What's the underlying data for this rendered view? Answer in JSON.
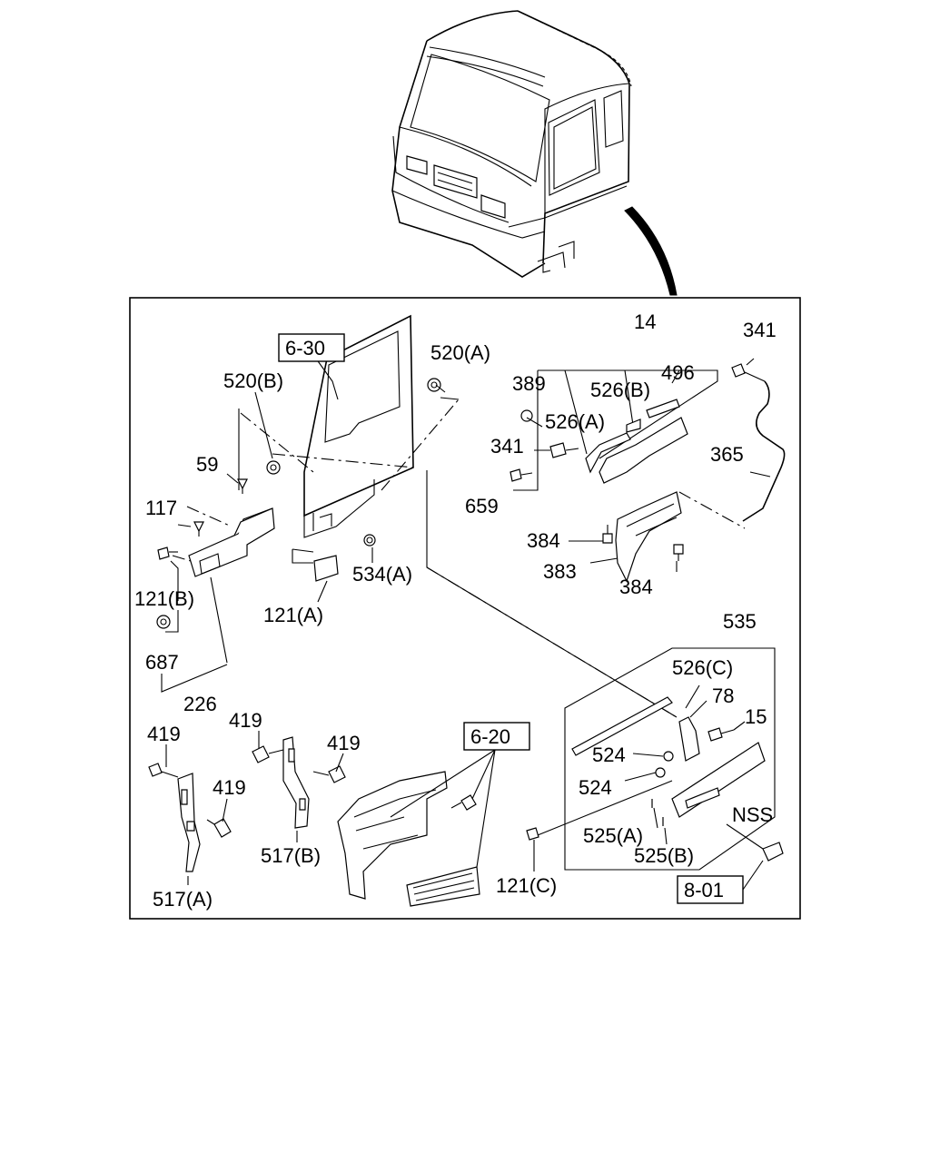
{
  "callouts": {
    "ref_6_30": "6-30",
    "ref_6_20": "6-20",
    "ref_8_01": "8-01",
    "p14": "14",
    "p341_top": "341",
    "p520a": "520(A)",
    "p520b": "520(B)",
    "p389": "389",
    "p526b": "526(B)",
    "p496": "496",
    "p526a": "526(A)",
    "p341_mid": "341",
    "p365": "365",
    "p59": "59",
    "p659": "659",
    "p117": "117",
    "p384_left": "384",
    "p383": "383",
    "p384_bottom": "384",
    "p534a": "534(A)",
    "p121b": "121(B)",
    "p121a": "121(A)",
    "p535": "535",
    "p687": "687",
    "p526c": "526(C)",
    "p78": "78",
    "p226": "226",
    "p15": "15",
    "p419_a": "419",
    "p419_b": "419",
    "p419_c": "419",
    "p419_d": "419",
    "p524_a": "524",
    "p524_b": "524",
    "pNSS": "NSS",
    "p525a": "525(A)",
    "p525b": "525(B)",
    "p517b": "517(B)",
    "p121c": "121(C)",
    "p517a": "517(A)"
  }
}
